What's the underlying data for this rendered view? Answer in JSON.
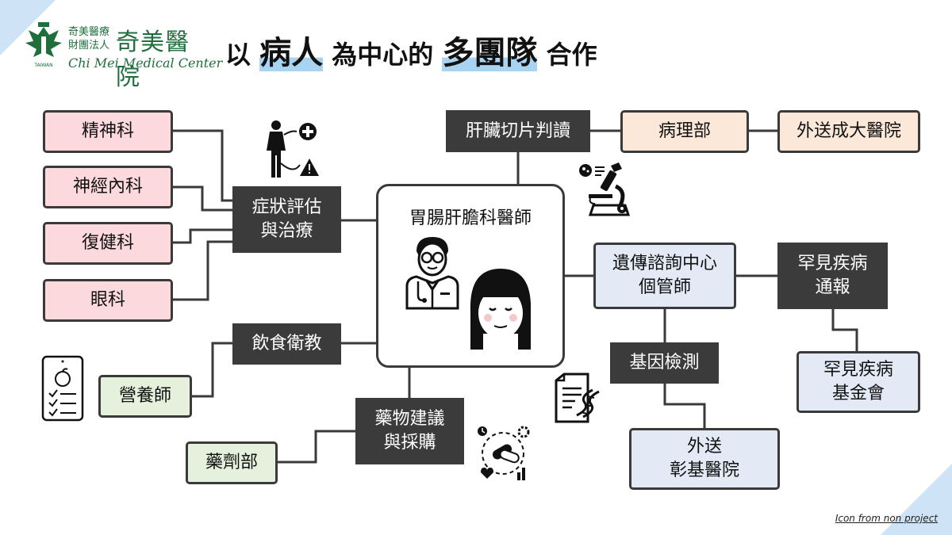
{
  "logo": {
    "org_line1": "奇美醫療",
    "org_line2": "財團法人",
    "name_zh": "奇美醫院",
    "name_en": "Chi Mei Medical Center",
    "badge_text": "TAIWAN"
  },
  "title": {
    "part1": "以",
    "part2": "病人",
    "part3": "為中心的",
    "part4": "多團隊",
    "part5": "合作"
  },
  "center": {
    "label": "胃腸肝膽科醫師"
  },
  "nodes": {
    "psychiatry": "精神科",
    "neurology": "神經內科",
    "rehab": "復健科",
    "ophthalmology": "眼科",
    "symptom": "症狀評估\n與治療",
    "diet_edu": "飲食衛教",
    "dietitian": "營養師",
    "drug_advice": "藥物建議\n與採購",
    "pharmacy": "藥劑部",
    "liver_biopsy": "肝臟切片判讀",
    "pathology": "病理部",
    "ncku": "外送成大醫院",
    "genetic_counsel": "遺傳諮詢中心\n個管師",
    "rare_report": "罕見疾病\n通報",
    "rare_foundation": "罕見疾病\n基金會",
    "gene_test": "基因檢測",
    "changhua": "外送\n彰基醫院"
  },
  "footer": "Icon from non project",
  "colors": {
    "brand_green": "#1f6e3c",
    "dark_box": "#3b3b3b",
    "pink": "#fbd9dd",
    "peach": "#fce8d9",
    "green": "#e5f1dc",
    "blue": "#e3eaf6",
    "highlight": "#a8d4f2"
  },
  "icons": [
    "patient-symptom-icon",
    "microscope-icon",
    "doctor-icon",
    "patient-face-icon",
    "nutrition-tablet-icon",
    "genetic-report-icon",
    "medication-icon",
    "eagle-logo-icon"
  ]
}
